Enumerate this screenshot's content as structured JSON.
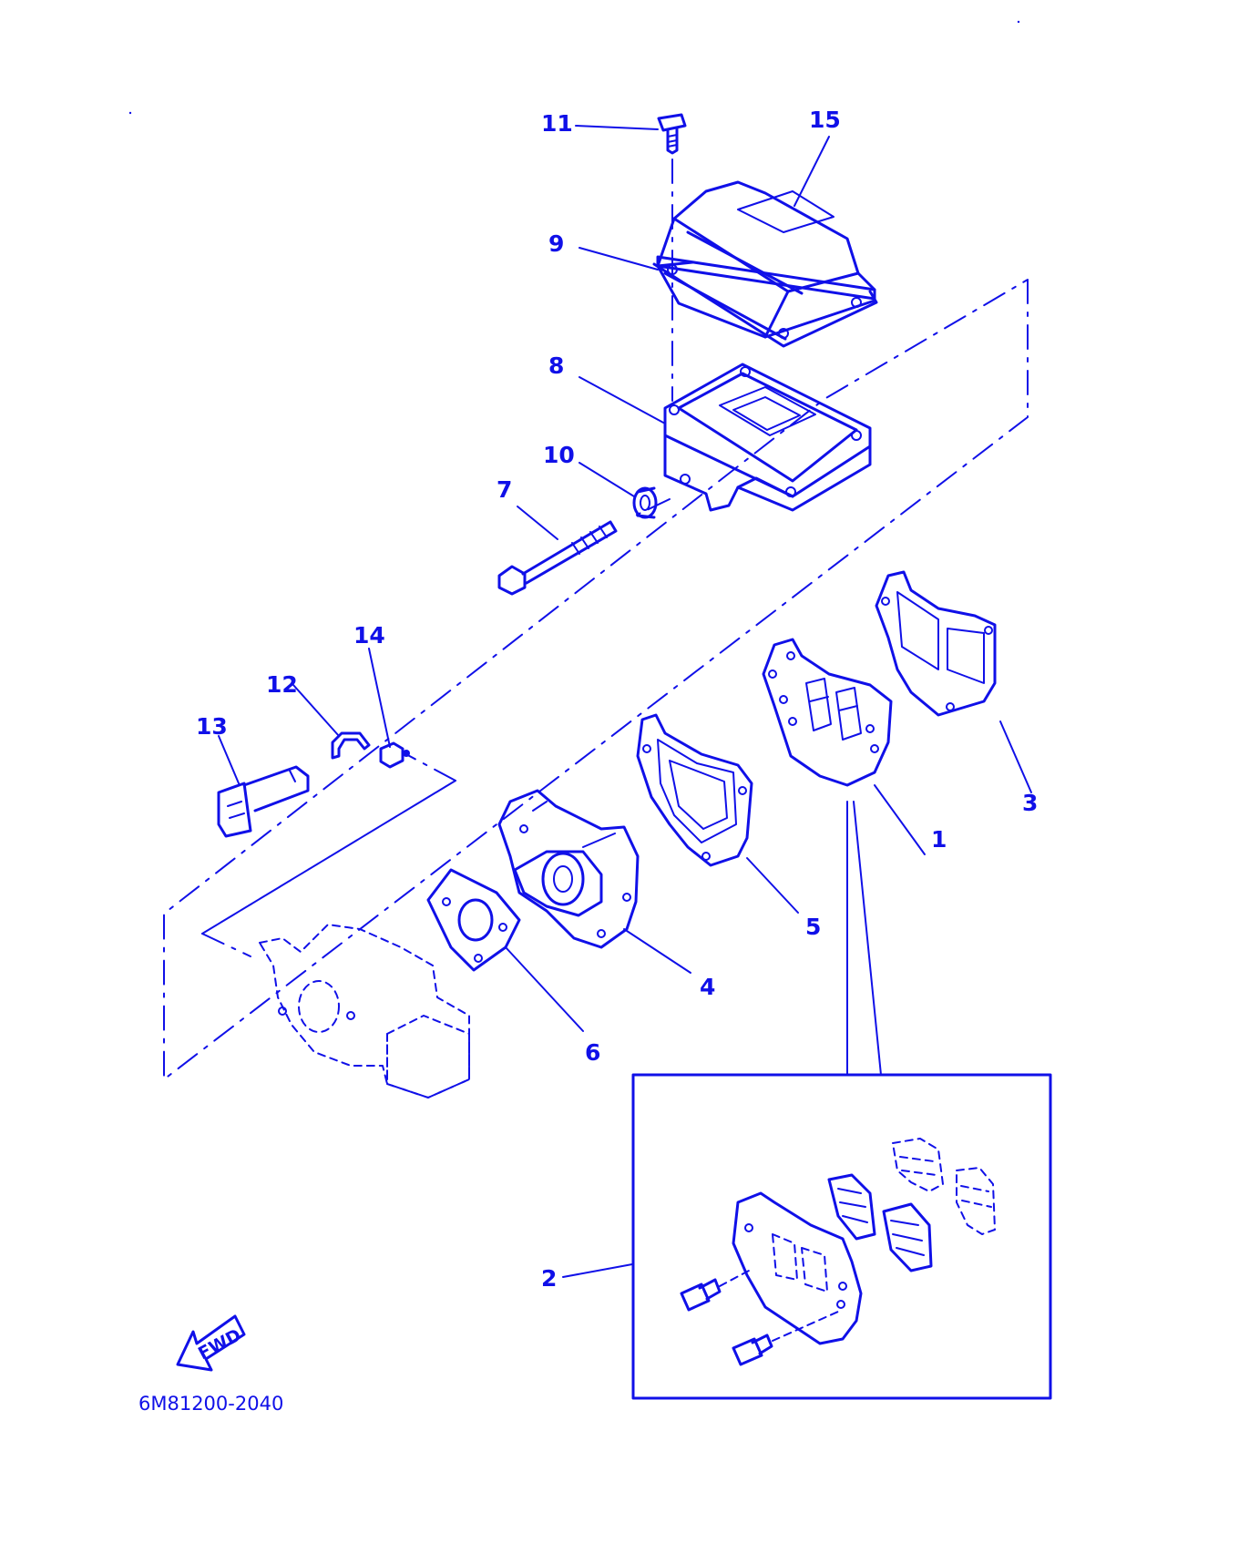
{
  "diagram": {
    "part_labels": [
      "1",
      "2",
      "3",
      "4",
      "5",
      "6",
      "7",
      "8",
      "9",
      "10",
      "11",
      "12",
      "13",
      "14",
      "15"
    ],
    "figure_code": "6M81200-2040",
    "direction_indicator": "FWD",
    "ink_color": "#1010e8"
  }
}
